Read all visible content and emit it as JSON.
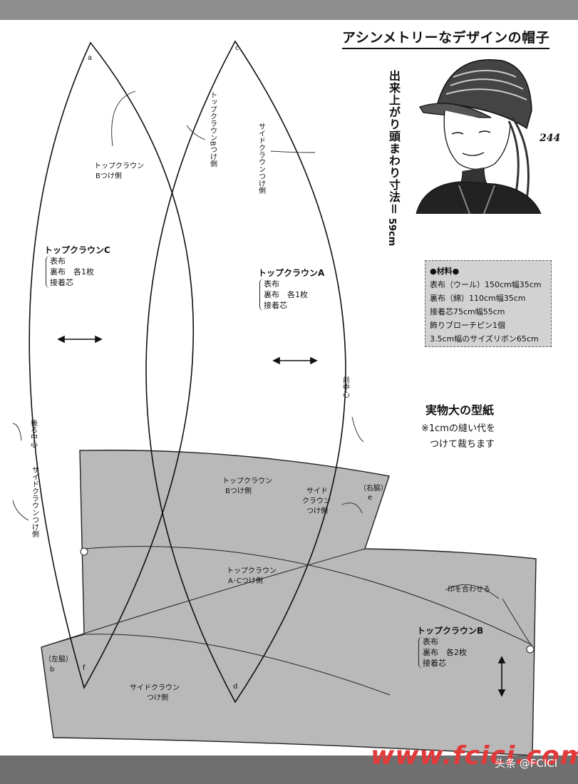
{
  "title": "アシンメトリーなデザインの帽子",
  "head_size": "出来上がり頭まわり寸法＝",
  "head_size_unit": "59cm",
  "page_number": "244",
  "materials": {
    "heading": "●材料●",
    "items": [
      "表布（ウール）150cm幅35cm",
      "裏布（綿）110cm幅35cm",
      "接着芯75cm幅55cm",
      "飾りブローチピン1個",
      "3.5cm幅のサイズリボン65cm"
    ]
  },
  "actual_size": "実物大の型紙",
  "note_line1": "※1cmの縫い代を",
  "note_line2": "つけて裁ちます",
  "pieces": {
    "a": {
      "name": "トップクラウンA",
      "items": [
        "表布",
        "裏布　各1枚",
        "接着芯"
      ]
    },
    "c": {
      "name": "トップクラウンC",
      "items": [
        "表布",
        "裏布　各1枚",
        "接着芯"
      ]
    },
    "b": {
      "name": "トップクラウンB",
      "items": [
        "表布",
        "裏布　各2枚",
        "接着芯"
      ]
    }
  },
  "points": {
    "a": "a",
    "c": "c",
    "e": "e",
    "f": "f",
    "d": "d",
    "b": "b"
  },
  "labels": {
    "top_b_side_left_1": "トップクラウン",
    "top_b_side_left_2": "Bつけ側",
    "top_b_side_vert": "トップクラウンBつけ側",
    "side_crown_vert": "サイドクラウンつけ側",
    "front_center": "前中心",
    "back_center": "後ろ中心",
    "side_crown_left_vert": "サイドクラウンつけ側",
    "band_top_b_1": "トップクラウン",
    "band_top_b_2": "Bつけ側",
    "band_side_1": "サイド",
    "band_side_2": "クラウン",
    "band_side_3": "つけ側",
    "right_side": "（右脇）",
    "left_side": "（左脇）",
    "band_ac_1": "トップクラウン",
    "band_ac_2": "A･Cつけ側",
    "match_marks": "印を合わせる",
    "bottom_side_1": "サイドクラウン",
    "bottom_side_2": "つけ側"
  },
  "watermark": "www.fcici.com",
  "credit": "头条 @FCICI",
  "colors": {
    "band_fill": "#b9b9b9",
    "materials_bg": "#d2d2d2",
    "watermark": "#e23a3a"
  }
}
